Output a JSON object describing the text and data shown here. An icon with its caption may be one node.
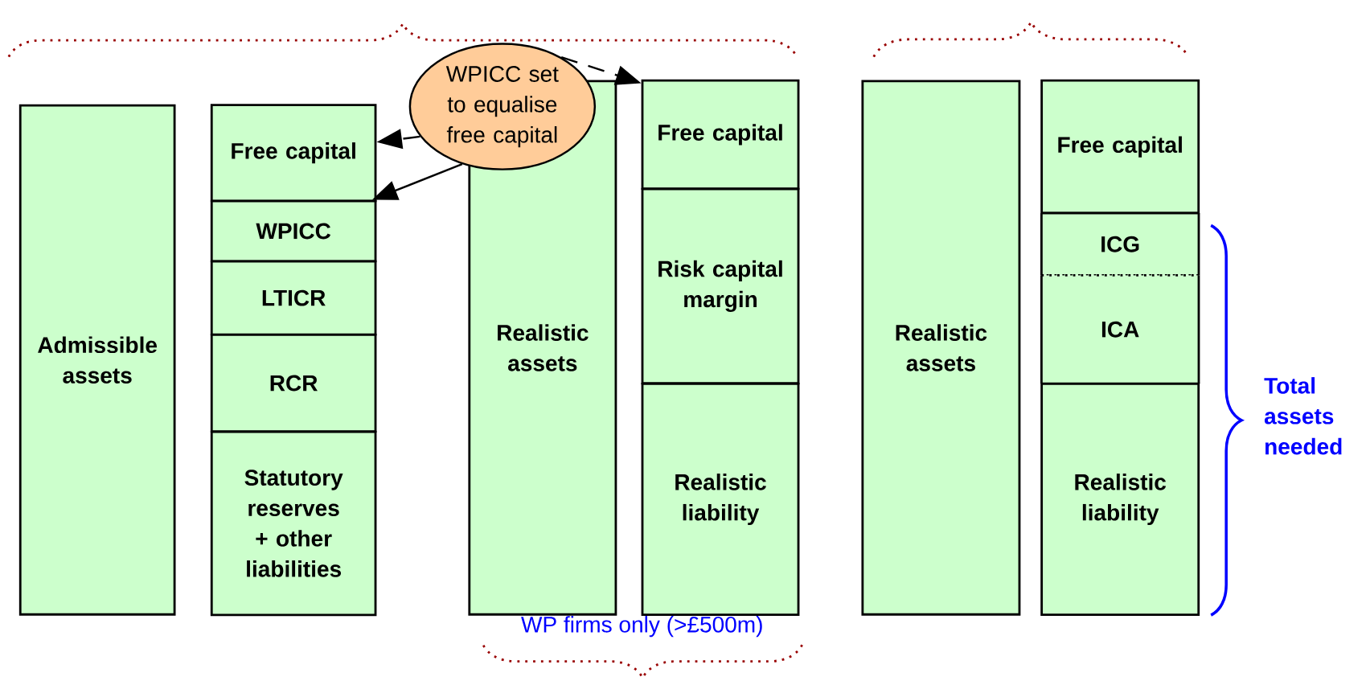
{
  "diagram": {
    "nodes": [
      {
        "text": [
          "Admissible assets"
        ]
      },
      {
        "text": [
          "Free capital"
        ]
      },
      {
        "text": [
          "WPICC"
        ]
      },
      {
        "text": [
          "LTICR"
        ]
      },
      {
        "text": [
          "RCR"
        ]
      },
      {
        "text": [
          "Statutory reserves + other liabilities"
        ]
      },
      {
        "text": [
          "Realistic assets"
        ]
      },
      {
        "text": [
          "WPICC set to equalise free capital"
        ]
      },
      {
        "text": [
          "Free capital"
        ]
      },
      {
        "text": [
          "Risk capital margin"
        ]
      },
      {
        "text": [
          "Realistic liability"
        ]
      },
      {
        "text": [
          "Realistic assets"
        ]
      },
      {
        "text": [
          "Free capital"
        ]
      },
      {
        "text": [
          "ICG"
        ]
      },
      {
        "text": [
          "ICA"
        ]
      },
      {
        "text": [
          "Realistic liability"
        ]
      }
    ],
    "edges": [
      {
        "from": 7,
        "to": 1,
        "arrow": "to",
        "style": "dashed"
      },
      {
        "from": 7,
        "to": 2,
        "arrow": "to"
      },
      {
        "from": 7,
        "to": 8,
        "arrow": "to",
        "style": "dashed"
      }
    ],
    "labels": [
      "WP firms only (>£500m)",
      "Total assets needed"
    ]
  }
}
